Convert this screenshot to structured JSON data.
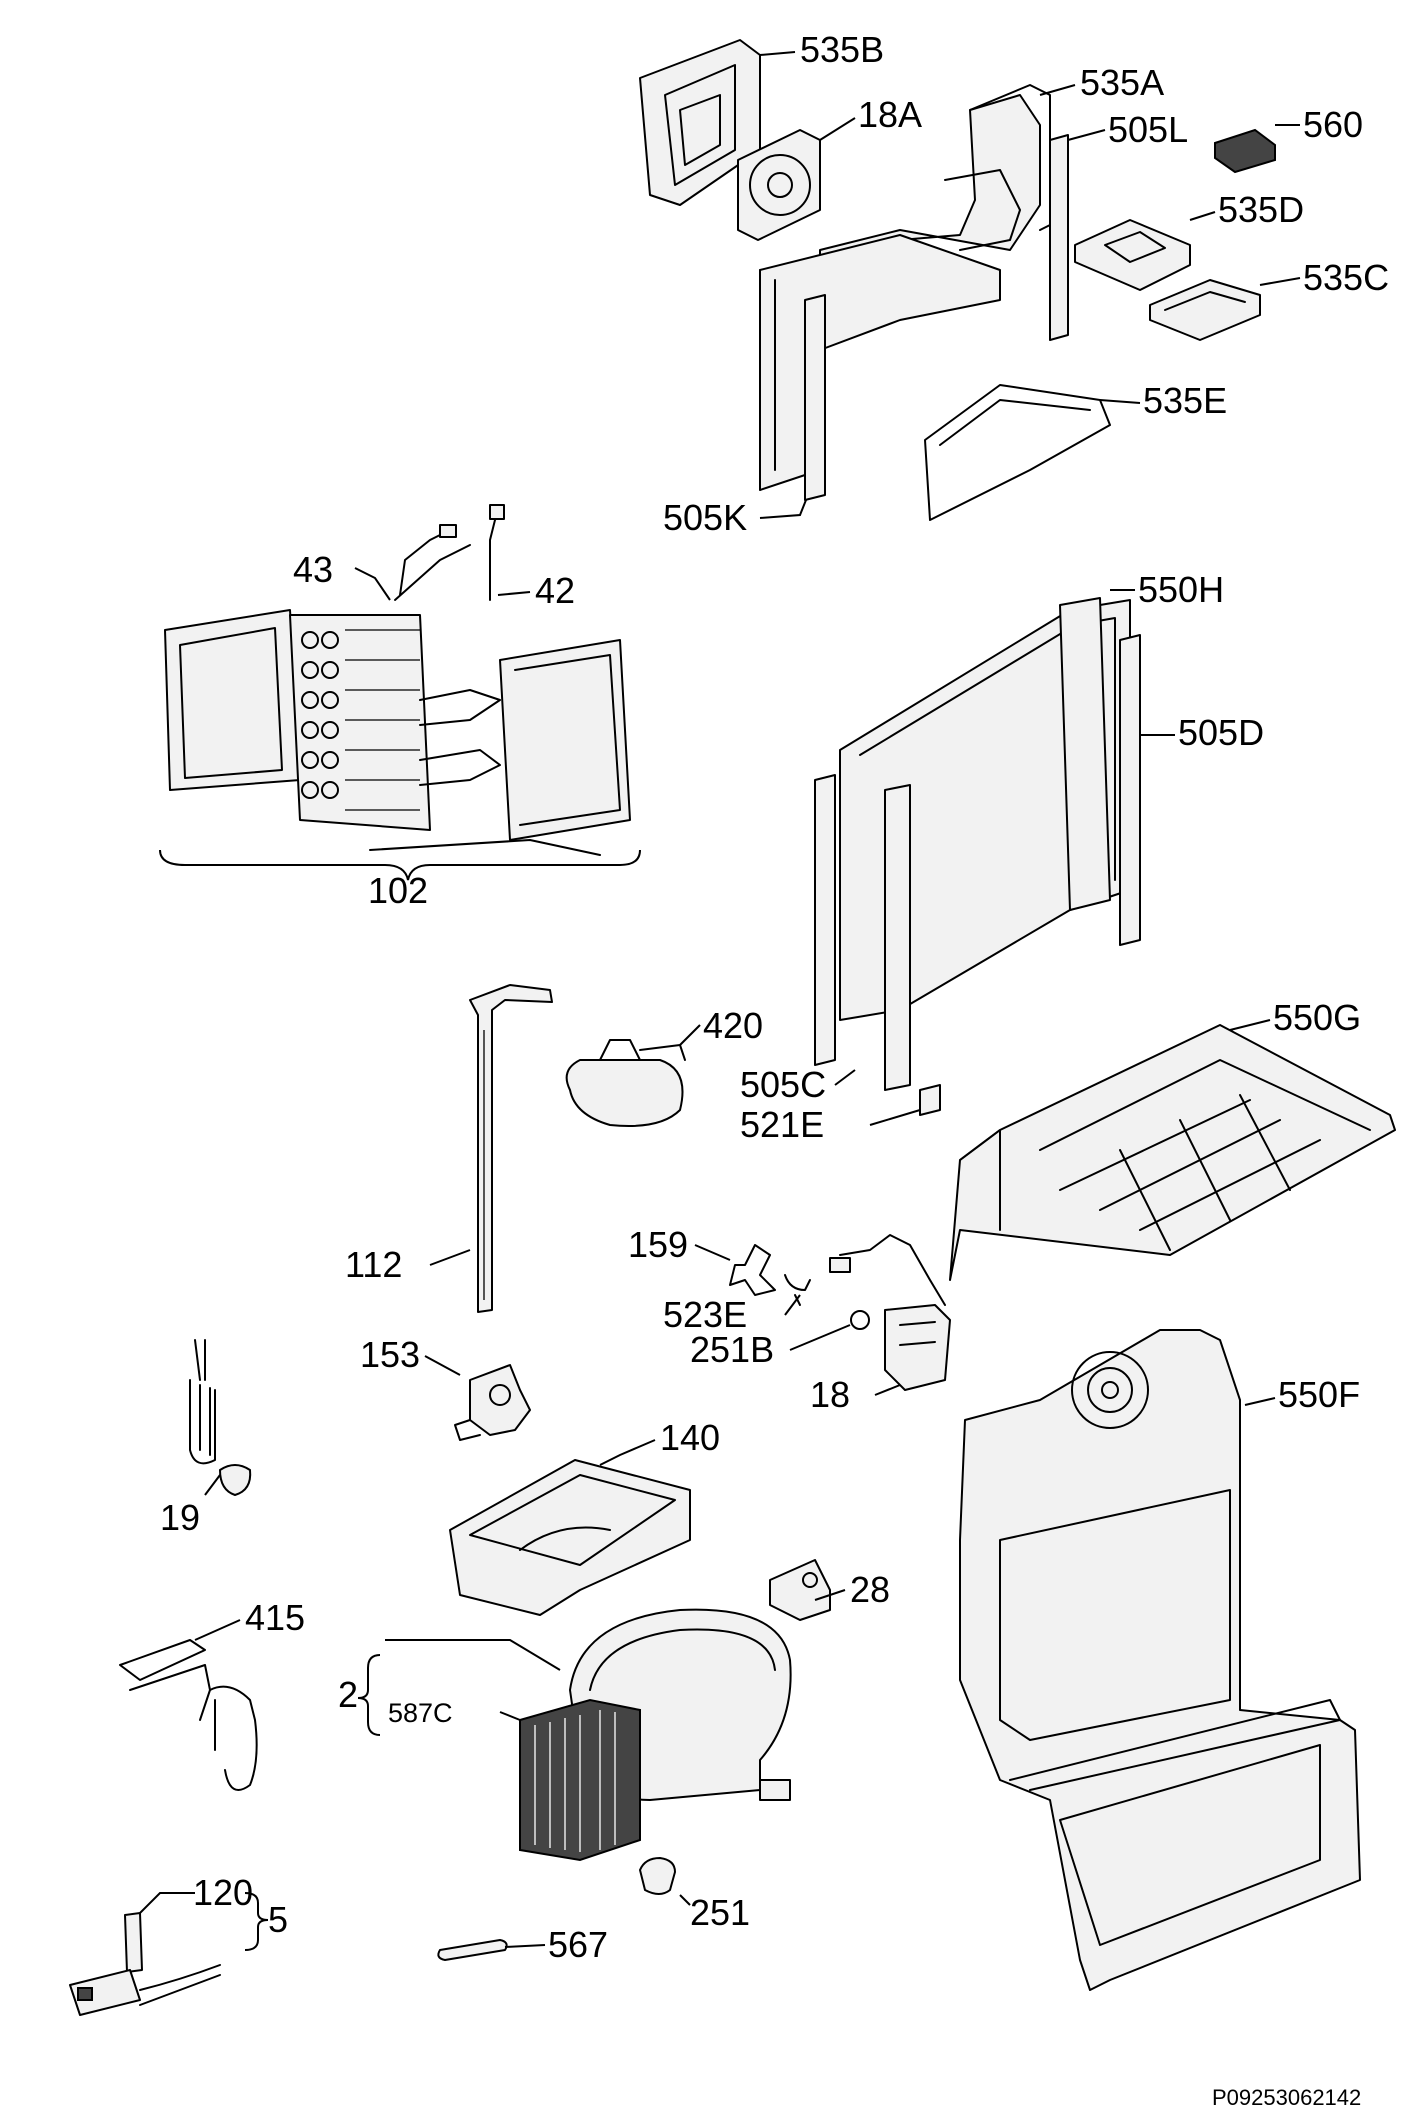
{
  "diagram": {
    "drawing_code": "P09253062142",
    "callouts": {
      "c535B": "535B",
      "c18A": "18A",
      "c535A": "535A",
      "c505L": "505L",
      "c560": "560",
      "c535D": "535D",
      "c535C": "535C",
      "c535E": "535E",
      "c505K": "505K",
      "c43": "43",
      "c42": "42",
      "c102": "102",
      "c550H": "550H",
      "c505D": "505D",
      "c420": "420",
      "c505C": "505C",
      "c521E": "521E",
      "c550G": "550G",
      "c112": "112",
      "c159": "159",
      "c523E": "523E",
      "c251B": "251B",
      "c18": "18",
      "c153": "153",
      "c550F": "550F",
      "c140": "140",
      "c19": "19",
      "c28": "28",
      "c415": "415",
      "c2": "2",
      "c587C": "587C",
      "c251": "251",
      "c120": "120",
      "c5": "5",
      "c567": "567"
    }
  }
}
